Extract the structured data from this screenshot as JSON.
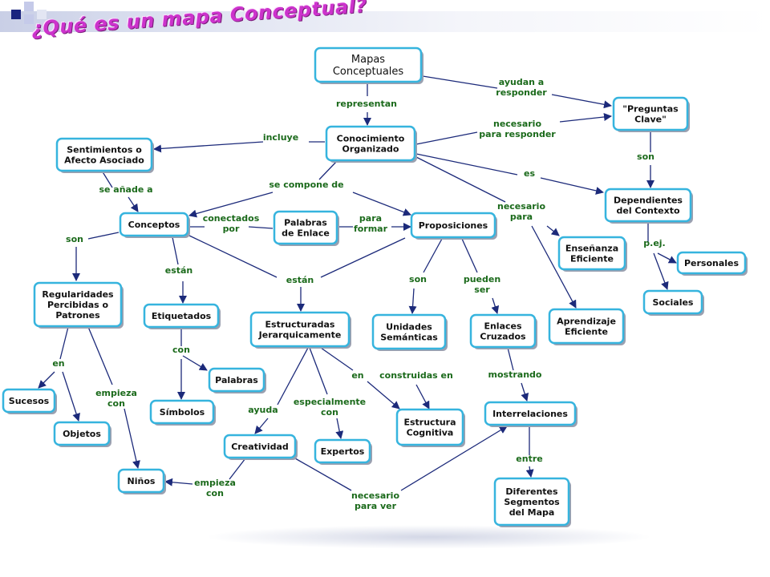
{
  "title": "¿Qué es un mapa Conceptual?",
  "colors": {
    "node_border": "#36b4de",
    "edge": "#1c2a7a",
    "link_label": "#1b6a1b",
    "title": "#cc33cc"
  },
  "nodes": [
    {
      "id": "mapas",
      "lines": [
        "Mapas",
        "Conceptuales"
      ]
    },
    {
      "id": "preguntas",
      "lines": [
        "\"Preguntas",
        "Clave\""
      ]
    },
    {
      "id": "conocimiento",
      "lines": [
        "Conocimiento",
        "Organizado"
      ]
    },
    {
      "id": "sentimientos",
      "lines": [
        "Sentimientos o",
        "Afecto Asociado"
      ]
    },
    {
      "id": "dependientes",
      "lines": [
        "Dependientes",
        "del Contexto"
      ]
    },
    {
      "id": "conceptos",
      "lines": [
        "Conceptos"
      ]
    },
    {
      "id": "palabras_enlace",
      "lines": [
        "Palabras",
        "de Enlace"
      ]
    },
    {
      "id": "proposiciones",
      "lines": [
        "Proposiciones"
      ]
    },
    {
      "id": "ensenanza",
      "lines": [
        "Enseñanza",
        "Eficiente"
      ]
    },
    {
      "id": "personales",
      "lines": [
        "Personales"
      ]
    },
    {
      "id": "regularidades",
      "lines": [
        "Regularidades",
        "Percibidas o",
        "Patrones"
      ]
    },
    {
      "id": "etiquetados",
      "lines": [
        "Etiquetados"
      ]
    },
    {
      "id": "estructuradas",
      "lines": [
        "Estructuradas",
        "Jerarquicamente"
      ]
    },
    {
      "id": "unidades",
      "lines": [
        "Unidades",
        "Semánticas"
      ]
    },
    {
      "id": "enlaces",
      "lines": [
        "Enlaces",
        "Cruzados"
      ]
    },
    {
      "id": "aprendizaje",
      "lines": [
        "Aprendizaje",
        "Eficiente"
      ]
    },
    {
      "id": "sociales",
      "lines": [
        "Sociales"
      ]
    },
    {
      "id": "palabras",
      "lines": [
        "Palabras"
      ]
    },
    {
      "id": "sucesos",
      "lines": [
        "Sucesos"
      ]
    },
    {
      "id": "objetos",
      "lines": [
        "Objetos"
      ]
    },
    {
      "id": "simbolos",
      "lines": [
        "Símbolos"
      ]
    },
    {
      "id": "creatividad",
      "lines": [
        "Creatividad"
      ]
    },
    {
      "id": "expertos",
      "lines": [
        "Expertos"
      ]
    },
    {
      "id": "estructura",
      "lines": [
        "Estructura",
        "Cognitiva"
      ]
    },
    {
      "id": "interrelaciones",
      "lines": [
        "Interrelaciones"
      ]
    },
    {
      "id": "ninos",
      "lines": [
        "Niños"
      ]
    },
    {
      "id": "diferentes",
      "lines": [
        "Diferentes",
        "Segmentos",
        "del Mapa"
      ]
    }
  ],
  "link_labels": [
    {
      "id": "representan",
      "lines": [
        "representan"
      ]
    },
    {
      "id": "ayudan",
      "lines": [
        "ayudan a",
        "responder"
      ]
    },
    {
      "id": "necesario_resp",
      "lines": [
        "necesario",
        "para responder"
      ]
    },
    {
      "id": "incluye",
      "lines": [
        "incluye"
      ]
    },
    {
      "id": "son_preg",
      "lines": [
        "son"
      ]
    },
    {
      "id": "es",
      "lines": [
        "es"
      ]
    },
    {
      "id": "se_anade",
      "lines": [
        "se añade a"
      ]
    },
    {
      "id": "se_compone",
      "lines": [
        "se compone de"
      ]
    },
    {
      "id": "necesario_para",
      "lines": [
        "necesario",
        "para"
      ]
    },
    {
      "id": "conectados",
      "lines": [
        "conectados",
        "por"
      ]
    },
    {
      "id": "para_formar",
      "lines": [
        "para",
        "formar"
      ]
    },
    {
      "id": "pej",
      "lines": [
        "p.ej."
      ]
    },
    {
      "id": "son_conc",
      "lines": [
        "son"
      ]
    },
    {
      "id": "estan_etiq",
      "lines": [
        "están"
      ]
    },
    {
      "id": "estan_jer",
      "lines": [
        "están"
      ]
    },
    {
      "id": "son_prop",
      "lines": [
        "son"
      ]
    },
    {
      "id": "pueden_ser",
      "lines": [
        "pueden",
        "ser"
      ]
    },
    {
      "id": "con",
      "lines": [
        "con"
      ]
    },
    {
      "id": "en_reg",
      "lines": [
        "en"
      ]
    },
    {
      "id": "empieza_con_reg",
      "lines": [
        "empieza",
        "con"
      ]
    },
    {
      "id": "en_est",
      "lines": [
        "en"
      ]
    },
    {
      "id": "construidas",
      "lines": [
        "construidas en"
      ]
    },
    {
      "id": "mostrando",
      "lines": [
        "mostrando"
      ]
    },
    {
      "id": "ayuda",
      "lines": [
        "ayuda"
      ]
    },
    {
      "id": "especialmente",
      "lines": [
        "especialmente",
        "con"
      ]
    },
    {
      "id": "empieza_con_cre",
      "lines": [
        "empieza",
        "con"
      ]
    },
    {
      "id": "necesario_ver",
      "lines": [
        "necesario",
        "para ver"
      ]
    },
    {
      "id": "entre",
      "lines": [
        "entre"
      ]
    }
  ]
}
